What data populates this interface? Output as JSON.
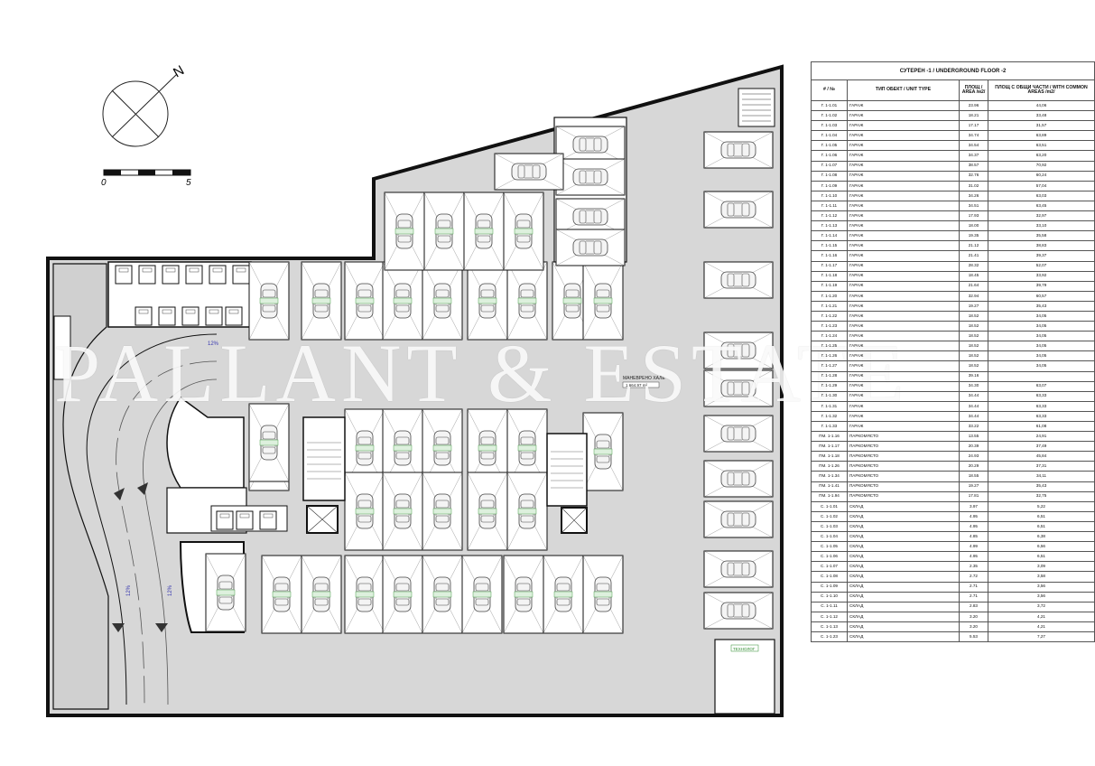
{
  "north_label": "N",
  "scale_bar": {
    "start_label": "0",
    "end_label": "5"
  },
  "watermark": "PALLANT & ESTATE",
  "annotations": {
    "ramp_slope_top": "12%",
    "ramp_slope_left": "12%",
    "ramp_slope_right": "12%",
    "maneuver_label": "МАНЕВРЕНО ХАЛЕ",
    "maneuver_area": "1 664.97 m²",
    "exit_tag": "ТЕХНОЛОГ"
  },
  "table": {
    "title": "СУТЕРЕН -1 / UNDERGROUND FLOOR -2",
    "headers": [
      "# / №",
      "ТИП ОБЕКТ / UNIT TYPE",
      "ПЛОЩ / AREA /м2/",
      "ПЛОЩ С ОБЩИ ЧАСТИ / WITH COMMON AREAS /m2/"
    ],
    "rows": [
      [
        "Г. 1-1.01",
        "ГАРАЖ",
        "23.96",
        "44,06"
      ],
      [
        "Г. 1-1.02",
        "ГАРАЖ",
        "18.21",
        "33,48"
      ],
      [
        "Г. 1-1.03",
        "ГАРАЖ",
        "17.17",
        "31,57"
      ],
      [
        "Г. 1-1.04",
        "ГАРАЖ",
        "34.74",
        "63,89"
      ],
      [
        "Г. 1-1.05",
        "ГАРАЖ",
        "34.54",
        "63,51"
      ],
      [
        "Г. 1-1.06",
        "ГАРАЖ",
        "34.37",
        "63,20"
      ],
      [
        "Г. 1-1.07",
        "ГАРАЖ",
        "38.57",
        "70,92"
      ],
      [
        "Г. 1-1.08",
        "ГАРАЖ",
        "32.76",
        "60,24"
      ],
      [
        "Г. 1-1.09",
        "ГАРАЖ",
        "31.02",
        "57,04"
      ],
      [
        "Г. 1-1.10",
        "ГАРАЖ",
        "34.26",
        "63,03"
      ],
      [
        "Г. 1-1.11",
        "ГАРАЖ",
        "34.51",
        "63,45"
      ],
      [
        "Г. 1-1.12",
        "ГАРАЖ",
        "17.93",
        "32,97"
      ],
      [
        "Г. 1-1.13",
        "ГАРАЖ",
        "18.00",
        "33,10"
      ],
      [
        "Г. 1-1.14",
        "ГАРАЖ",
        "19.35",
        "35,58"
      ],
      [
        "Г. 1-1.15",
        "ГАРАЖ",
        "21.12",
        "38,83"
      ],
      [
        "Г. 1-1.16",
        "ГАРАЖ",
        "21.41",
        "39,37"
      ],
      [
        "Г. 1-1.17",
        "ГАРАЖ",
        "28.32",
        "52,07"
      ],
      [
        "Г. 1-1.18",
        "ГАРАЖ",
        "18.45",
        "33,92"
      ],
      [
        "Г. 1-1.19",
        "ГАРАЖ",
        "21.64",
        "39,79"
      ],
      [
        "Г. 1-1.20",
        "ГАРАЖ",
        "32.94",
        "60,57"
      ],
      [
        "Г. 1-1.21",
        "ГАРАЖ",
        "19.27",
        "35,43"
      ],
      [
        "Г. 1-1.22",
        "ГАРАЖ",
        "18.52",
        "34,05"
      ],
      [
        "Г. 1-1.23",
        "ГАРАЖ",
        "18.52",
        "34,05"
      ],
      [
        "Г. 1-1.24",
        "ГАРАЖ",
        "18.52",
        "34,05"
      ],
      [
        "Г. 1-1.25",
        "ГАРАЖ",
        "18.52",
        "34,05"
      ],
      [
        "Г. 1-1.26",
        "ГАРАЖ",
        "18.52",
        "34,05"
      ],
      [
        "Г. 1-1.27",
        "ГАРАЖ",
        "18.52",
        "34,05"
      ],
      [
        "Г. 1-1.28",
        "ГАРАЖ",
        "39.16",
        ""
      ],
      [
        "Г. 1-1.29",
        "ГАРАЖ",
        "34.30",
        "63,07"
      ],
      [
        "Г. 1-1.30",
        "ГАРАЖ",
        "34.44",
        "63,33"
      ],
      [
        "Г. 1-1.31",
        "ГАРАЖ",
        "34.44",
        "63,33"
      ],
      [
        "Г. 1-1.32",
        "ГАРАЖ",
        "34.44",
        "63,33"
      ],
      [
        "Г. 1-1.33",
        "ГАРАЖ",
        "33.22",
        "61,08"
      ],
      [
        "ПМ. 1-1.16",
        "ПАРКОМЯСТО",
        "13.55",
        "24,91"
      ],
      [
        "ПМ. 1-1.17",
        "ПАРКОМЯСТО",
        "20.39",
        "37,49"
      ],
      [
        "ПМ. 1-1.18",
        "ПАРКОМЯСТО",
        "24.93",
        "45,84"
      ],
      [
        "ПМ. 1-1.26",
        "ПАРКОМЯСТО",
        "20.29",
        "37,31"
      ],
      [
        "ПМ. 1-1.34",
        "ПАРКОМЯСТО",
        "18.55",
        "34,11"
      ],
      [
        "ПМ. 1-1.41",
        "ПАРКОМЯСТО",
        "19.27",
        "35,43"
      ],
      [
        "ПМ. 1-1.94",
        "ПАРКОМЯСТО",
        "17.81",
        "32,75"
      ],
      [
        "С. 1-1.01",
        "СКЛАД",
        "3.97",
        "5,22"
      ],
      [
        "С. 1-1.02",
        "СКЛАД",
        "4.95",
        "6,51"
      ],
      [
        "С. 1-1.03",
        "СКЛАД",
        "4.95",
        "6,51"
      ],
      [
        "С. 1-1.04",
        "СКЛАД",
        "4.85",
        "6,38"
      ],
      [
        "С. 1-1.05",
        "СКЛАД",
        "4.99",
        "6,56"
      ],
      [
        "С. 1-1.06",
        "СКЛАД",
        "4.95",
        "6,51"
      ],
      [
        "С. 1-1.07",
        "СКЛАД",
        "2.35",
        "3,09"
      ],
      [
        "С. 1-1.08",
        "СКЛАД",
        "2.72",
        "3,58"
      ],
      [
        "С. 1-1.09",
        "СКЛАД",
        "2.71",
        "3,56"
      ],
      [
        "С. 1-1.10",
        "СКЛАД",
        "2.71",
        "3,56"
      ],
      [
        "С. 1-1.11",
        "СКЛАД",
        "2.83",
        "3,72"
      ],
      [
        "С. 1-1.12",
        "СКЛАД",
        "3.20",
        "4,21"
      ],
      [
        "С. 1-1.13",
        "СКЛАД",
        "3.20",
        "4,21"
      ],
      [
        "С. 1-1.23",
        "СКЛАД",
        "5.53",
        "7,27"
      ]
    ]
  }
}
